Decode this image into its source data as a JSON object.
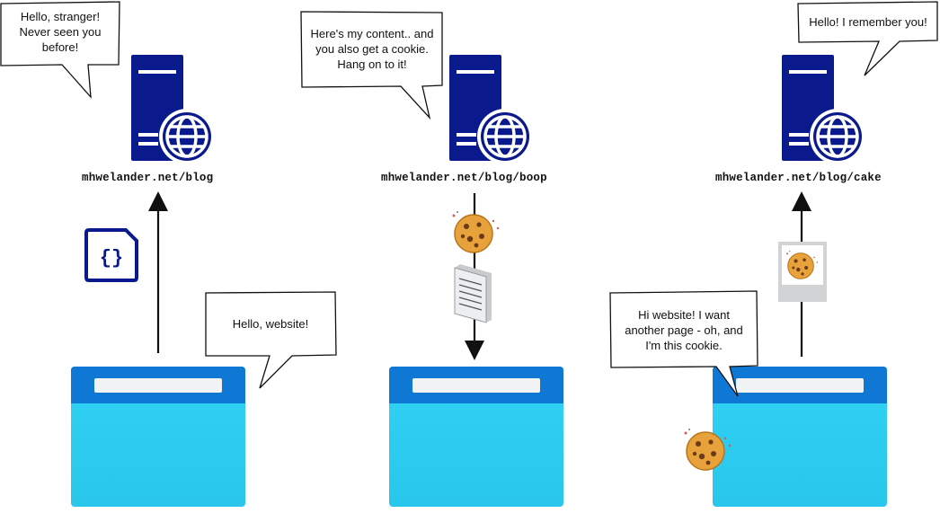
{
  "panels": [
    {
      "url": "mhwelander.net/blog",
      "server_bubble": [
        "Hello, stranger!",
        "Never seen you",
        "before!"
      ],
      "browser_bubble": [
        "Hello, website!"
      ]
    },
    {
      "url": "mhwelander.net/blog/boop",
      "server_bubble": [
        "Here's my content.. and",
        "you also get a cookie.",
        "Hang on to it!"
      ]
    },
    {
      "url": "mhwelander.net/blog/cake",
      "server_bubble": [
        "Hello! I remember you!"
      ],
      "browser_bubble": [
        "Hi website! I want",
        "another page - oh, and",
        "I'm this cookie."
      ]
    }
  ],
  "colors": {
    "server": "#0a1a8c",
    "globe": "#0a1a8c",
    "browser_bar": "#0f77d4",
    "browser_body": "#2fd3f5",
    "cookie": "#e8a23c"
  },
  "icons": [
    "server-icon",
    "globe-icon",
    "json-file-icon",
    "cookie-icon",
    "document-icon",
    "photo-frame-icon",
    "browser-window-icon"
  ]
}
